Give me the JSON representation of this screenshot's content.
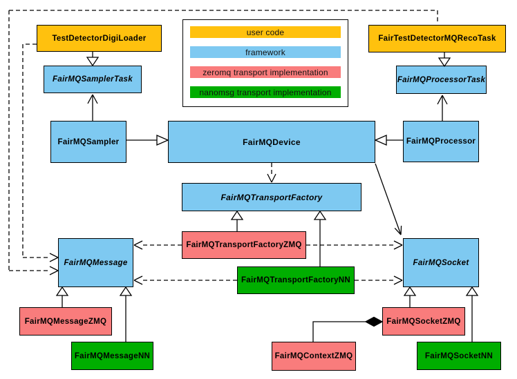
{
  "nodes": {
    "digiLoader": {
      "label": "TestDetectorDigiLoader",
      "category": "user code"
    },
    "samplerTask": {
      "label": "FairMQSamplerTask",
      "category": "framework",
      "abstract": true
    },
    "recoTask": {
      "label": "FairTestDetectorMQRecoTask",
      "category": "user code"
    },
    "processorTask": {
      "label": "FairMQProcessorTask",
      "category": "framework",
      "abstract": true
    },
    "sampler": {
      "label": "FairMQSampler",
      "category": "framework"
    },
    "device": {
      "label": "FairMQDevice",
      "category": "framework"
    },
    "processor": {
      "label": "FairMQProcessor",
      "category": "framework"
    },
    "transportFactory": {
      "label": "FairMQTransportFactory",
      "category": "framework",
      "abstract": true
    },
    "tfZMQ": {
      "label": "FairMQTransportFactoryZMQ",
      "category": "zeromq transport implementation"
    },
    "tfNN": {
      "label": "FairMQTransportFactoryNN",
      "category": "nanomsg transport implementation"
    },
    "message": {
      "label": "FairMQMessage",
      "category": "framework",
      "abstract": true
    },
    "socket": {
      "label": "FairMQSocket",
      "category": "framework",
      "abstract": true
    },
    "messageZMQ": {
      "label": "FairMQMessageZMQ",
      "category": "zeromq transport implementation"
    },
    "messageNN": {
      "label": "FairMQMessageNN",
      "category": "nanomsg transport implementation"
    },
    "socketZMQ": {
      "label": "FairMQSocketZMQ",
      "category": "zeromq transport implementation"
    },
    "socketNN": {
      "label": "FairMQSocketNN",
      "category": "nanomsg transport implementation"
    },
    "contextZMQ": {
      "label": "FairMQContextZMQ",
      "category": "zeromq transport implementation"
    }
  },
  "legend": {
    "items": [
      {
        "label": "user code",
        "color": "#FFC10E"
      },
      {
        "label": "framework",
        "color": "#7EC9F1"
      },
      {
        "label": "zeromq transport implementation",
        "color": "#F97C7C"
      },
      {
        "label": "nanomsg transport implementation",
        "color": "#00AE00"
      }
    ]
  },
  "colors": {
    "user_code": "#FFC10E",
    "framework": "#7EC9F1",
    "zeromq": "#F97C7C",
    "nanomsg": "#00AE00",
    "border": "#000000",
    "background": "#FFFFFF"
  },
  "edges": [
    {
      "from": "digiLoader",
      "to": "samplerTask",
      "type": "inheritance"
    },
    {
      "from": "recoTask",
      "to": "processorTask",
      "type": "inheritance"
    },
    {
      "from": "sampler",
      "to": "samplerTask",
      "type": "open-arrow"
    },
    {
      "from": "processor",
      "to": "processorTask",
      "type": "open-arrow"
    },
    {
      "from": "sampler",
      "to": "device",
      "type": "inheritance"
    },
    {
      "from": "processor",
      "to": "device",
      "type": "inheritance"
    },
    {
      "from": "device",
      "to": "transportFactory",
      "type": "dashed-arrow"
    },
    {
      "from": "device",
      "to": "socket",
      "type": "open-arrow"
    },
    {
      "from": "tfZMQ",
      "to": "transportFactory",
      "type": "inheritance"
    },
    {
      "from": "tfNN",
      "to": "transportFactory",
      "type": "inheritance"
    },
    {
      "from": "digiLoader",
      "to": "message",
      "type": "dashed-arrow"
    },
    {
      "from": "recoTask",
      "to": "message",
      "type": "dashed-arrow"
    },
    {
      "from": "tfZMQ",
      "to": "message",
      "type": "dashed-arrow"
    },
    {
      "from": "tfZMQ",
      "to": "socket",
      "type": "dashed-arrow"
    },
    {
      "from": "tfNN",
      "to": "message",
      "type": "dashed-arrow"
    },
    {
      "from": "tfNN",
      "to": "socket",
      "type": "dashed-arrow"
    },
    {
      "from": "messageZMQ",
      "to": "message",
      "type": "inheritance"
    },
    {
      "from": "messageNN",
      "to": "message",
      "type": "inheritance"
    },
    {
      "from": "socketZMQ",
      "to": "socket",
      "type": "inheritance"
    },
    {
      "from": "socketNN",
      "to": "socket",
      "type": "inheritance"
    },
    {
      "from": "contextZMQ",
      "to": "socketZMQ",
      "type": "composition"
    }
  ]
}
